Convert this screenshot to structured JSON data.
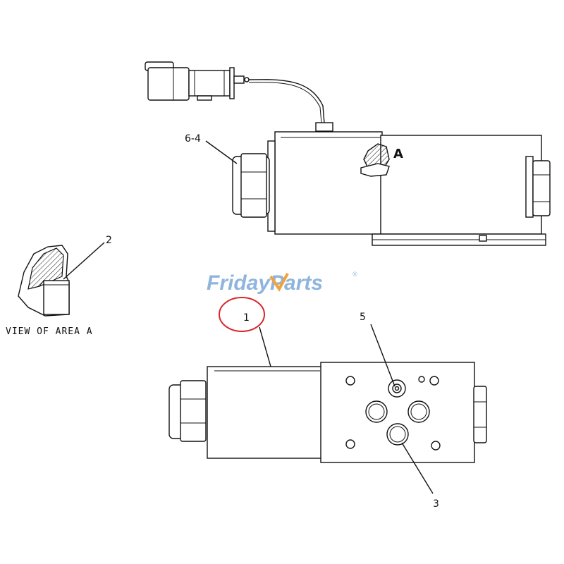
{
  "callouts": {
    "label_6_4": "6-4",
    "label_A": "A",
    "label_2": "2",
    "label_1": "1",
    "label_5": "5",
    "label_3": "3"
  },
  "caption": "VIEW OF AREA A",
  "watermark": {
    "part1": "Friday",
    "part2": "Parts",
    "mark": "®"
  },
  "colors": {
    "watermark_blue": "#8fb4dd",
    "watermark_orange": "#f2a23a",
    "highlight_circle": "#d9262b",
    "line": "#111111"
  }
}
